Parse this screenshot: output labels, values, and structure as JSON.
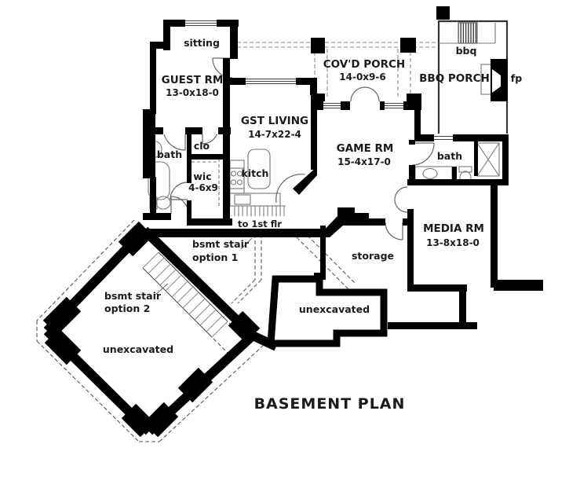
{
  "plan": {
    "title": "BASEMENT PLAN",
    "rooms": [
      {
        "id": "sitting",
        "label": "sitting",
        "dims": ""
      },
      {
        "id": "guest-room",
        "label": "GUEST RM",
        "dims": "13-0x18-0"
      },
      {
        "id": "covd-porch",
        "label": "COV'D PORCH",
        "dims": "14-0x9-6"
      },
      {
        "id": "bbq-porch",
        "label": "BBQ PORCH",
        "dims": ""
      },
      {
        "id": "guest-living",
        "label": "GST LIVING",
        "dims": "14-7x22-4"
      },
      {
        "id": "game-room",
        "label": "GAME RM",
        "dims": "15-4x17-0"
      },
      {
        "id": "media-room",
        "label": "MEDIA RM",
        "dims": "13-8x18-0"
      },
      {
        "id": "bath-left",
        "label": "bath",
        "dims": ""
      },
      {
        "id": "bath-right",
        "label": "bath",
        "dims": ""
      },
      {
        "id": "closet",
        "label": "clo",
        "dims": ""
      },
      {
        "id": "walk-in-closet",
        "label": "wic",
        "dims": "4-6x9"
      },
      {
        "id": "kitchen",
        "label": "kitch",
        "dims": ""
      },
      {
        "id": "storage",
        "label": "storage",
        "dims": ""
      },
      {
        "id": "unexcavated-left",
        "label": "unexcavated",
        "dims": ""
      },
      {
        "id": "unexcavated-center",
        "label": "unexcavated",
        "dims": ""
      }
    ],
    "annotations": {
      "bbq": "bbq",
      "fireplace": "fp",
      "to_first_floor": "to 1st flr",
      "stair_option_1": [
        "bsmt stair",
        "option 1"
      ],
      "stair_option_2": [
        "bsmt stair",
        "option 2"
      ]
    },
    "colors": {
      "wall": "#000000",
      "lines": "#777777",
      "text": "#1b1b1b",
      "background": "#ffffff"
    }
  }
}
